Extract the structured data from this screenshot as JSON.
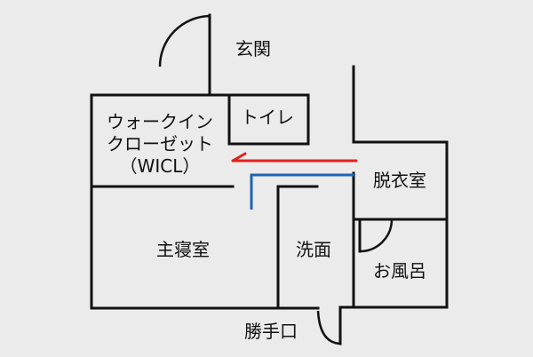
{
  "rooms": {
    "entrance": "玄関",
    "wicl_line1": "ウォークイン",
    "wicl_line2": "クローゼット",
    "wicl_line3": "（WICL）",
    "toilet": "トイレ",
    "dressing_room": "脱衣室",
    "master_bedroom": "主寝室",
    "washroom": "洗面",
    "bath": "お風呂",
    "back_door": "勝手口"
  },
  "colors": {
    "background": "#ebebeb",
    "wall": "#111111",
    "route_red": "#e3211b",
    "route_blue": "#1f64b5"
  }
}
